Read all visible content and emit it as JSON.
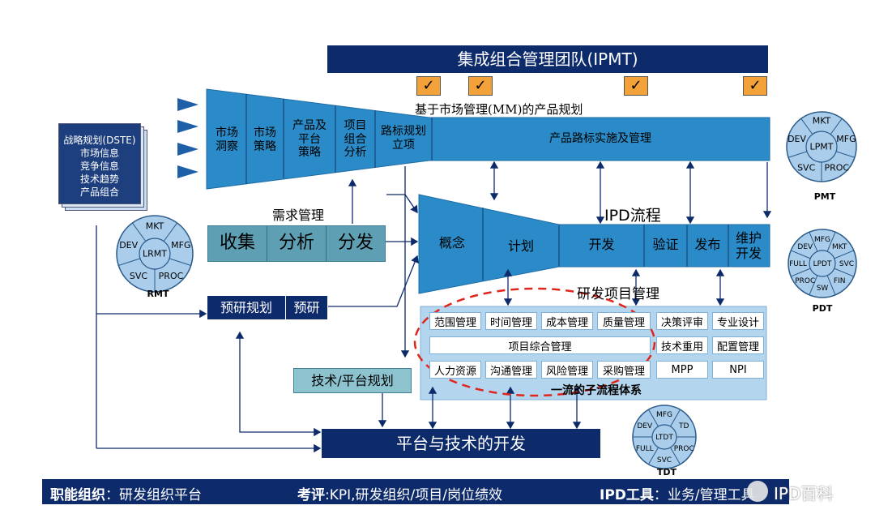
{
  "header": {
    "title": "集成组合管理团队(IPMT)"
  },
  "checkbox_row": {
    "checks": [
      "✓",
      "✓",
      "✓",
      "✓"
    ]
  },
  "mm_label": "基于市场管理(MM)的产品规划",
  "funnel_top": {
    "items": [
      "市场\n洞察",
      "市场\n策略",
      "产品及\n平台\n策略",
      "项目\n组合\n分析",
      "路标规划\n立项"
    ],
    "bar_label": "产品路标实施及管理"
  },
  "strategy_doc": {
    "lines": [
      "战略规划(DSTE)",
      "市场信息",
      "竞争信息",
      "技术趋势",
      "产品组合"
    ]
  },
  "demand": {
    "title": "需求管理",
    "steps": [
      "收集",
      "分析",
      "分发"
    ]
  },
  "ipd": {
    "title": "IPD流程",
    "phases": [
      "概念",
      "计划",
      "开发",
      "验证",
      "发布",
      "维护\n开发"
    ]
  },
  "project_mgmt": {
    "title": "研发项目管理",
    "row1": [
      "范围管理",
      "时间管理",
      "成本管理",
      "质量管理",
      "决策评审",
      "专业设计"
    ],
    "row2_wide": "项目综合管理",
    "row2": [
      "技术重用",
      "配置管理"
    ],
    "row3": [
      "人力资源",
      "沟通管理",
      "风险管理",
      "采购管理",
      "MPP",
      "NPI"
    ],
    "sub_label": "一流的子流程体系"
  },
  "pre_research": {
    "items": [
      "预研规划",
      "预研"
    ]
  },
  "tech_plan": "技术/平台规划",
  "platform_dev": "平台与技术的开发",
  "teams": {
    "pmt": {
      "center": "LPMT",
      "ring": [
        "MKT",
        "MFG",
        "PROC",
        "SVC",
        "DEV"
      ],
      "label": "PMT"
    },
    "rmt": {
      "center": "LRMT",
      "ring": [
        "MKT",
        "MFG",
        "PROC",
        "SVC",
        "DEV"
      ],
      "label": "RMT"
    },
    "pdt": {
      "center": "LPDT",
      "ring": [
        "MFG",
        "MKT",
        "SVC",
        "FIN",
        "SW",
        "PROC",
        "FULL",
        "DEV"
      ],
      "label": "PDT"
    },
    "tdt": {
      "center": "LTDT",
      "ring": [
        "MFG",
        "TD",
        "PROC",
        "SVC",
        "FULL",
        "DEV"
      ],
      "label": "TDT"
    }
  },
  "footer": {
    "org_label": "职能组织",
    "org_value": "：研发组织平台",
    "eval_label": "考评",
    "eval_value": ":KPI,研发组织/项目/岗位绩效",
    "tool_label": "IPD工具",
    "tool_value": "：业务/管理工具",
    "watermark": "IPD百科"
  },
  "colors": {
    "dark_navy": "#0d2a6b",
    "mid_blue": "#2a8bc8",
    "light_panel": "#b4d5ee",
    "teal_box": "#5f9fb3",
    "circle_fill": "#a9cdeb",
    "check_orange": "#f3a23a",
    "dash_red": "#e0261c"
  }
}
